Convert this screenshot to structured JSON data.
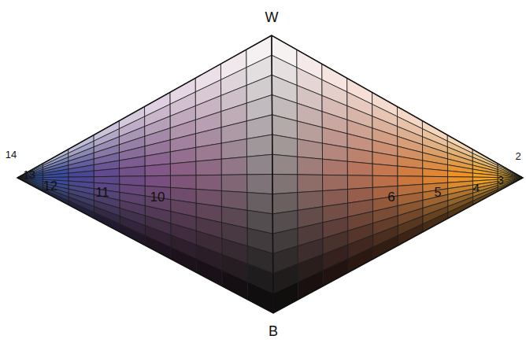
{
  "diagram": {
    "labels": [
      "W",
      "14",
      "13",
      "12",
      "11",
      "10",
      "6",
      "5",
      "4",
      "3",
      "2",
      "B"
    ]
  }
}
